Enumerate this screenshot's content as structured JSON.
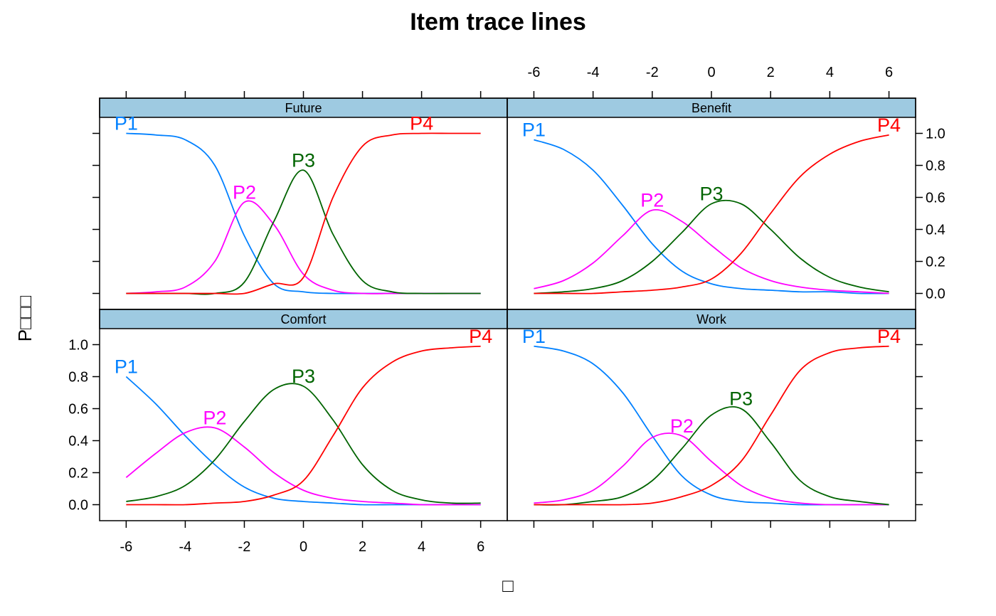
{
  "chart_data": {
    "type": "line",
    "title": "Item trace lines",
    "xlabel": "□",
    "ylabel": "P□□□",
    "xlim": [
      -6.9,
      6.9
    ],
    "ylim": [
      -0.1,
      1.1
    ],
    "x_ticks": [
      -6,
      -4,
      -2,
      0,
      2,
      4,
      6
    ],
    "y_ticks": [
      0.0,
      0.2,
      0.4,
      0.6,
      0.8,
      1.0
    ],
    "x_tick_labels": [
      "-6",
      "-4",
      "-2",
      "0",
      "2",
      "4",
      "6"
    ],
    "y_tick_labels": [
      "0.0",
      "0.2",
      "0.4",
      "0.6",
      "0.8",
      "1.0"
    ],
    "x_range": [
      -6,
      6
    ],
    "colors": {
      "P1": "#0080ff",
      "P2": "#ff00ff",
      "P3": "#006400",
      "P4": "#ff0000",
      "strip": "#9ecae1"
    },
    "panels": [
      {
        "name": "Future",
        "series": [
          {
            "name": "P1",
            "x": [
              -6,
              -5,
              -4,
              -3,
              -2,
              -1,
              0,
              1,
              2,
              3,
              4,
              5,
              6
            ],
            "values": [
              1.0,
              0.99,
              0.96,
              0.8,
              0.36,
              0.06,
              0.01,
              0.0,
              0.0,
              0.0,
              0.0,
              0.0,
              0.0
            ]
          },
          {
            "name": "P2",
            "x": [
              -6,
              -5,
              -4,
              -3,
              -2,
              -1,
              0,
              1,
              2,
              3,
              4,
              5,
              6
            ],
            "values": [
              0.0,
              0.01,
              0.04,
              0.2,
              0.57,
              0.43,
              0.12,
              0.02,
              0.0,
              0.0,
              0.0,
              0.0,
              0.0
            ]
          },
          {
            "name": "P3",
            "x": [
              -6,
              -5,
              -4,
              -3,
              -2,
              -1,
              0,
              1,
              2,
              3,
              4,
              5,
              6
            ],
            "values": [
              0.0,
              0.0,
              0.0,
              0.0,
              0.07,
              0.45,
              0.77,
              0.37,
              0.08,
              0.01,
              0.0,
              0.0,
              0.0
            ]
          },
          {
            "name": "P4",
            "x": [
              -6,
              -5,
              -4,
              -3,
              -2,
              -1,
              0,
              1,
              2,
              3,
              4,
              5,
              6
            ],
            "values": [
              0.0,
              0.0,
              0.0,
              0.0,
              0.0,
              0.06,
              0.1,
              0.6,
              0.92,
              0.99,
              1.0,
              1.0,
              1.0
            ]
          }
        ]
      },
      {
        "name": "Benefit",
        "series": [
          {
            "name": "P1",
            "x": [
              -6,
              -5,
              -4,
              -3,
              -2,
              -1,
              0,
              1,
              2,
              3,
              4,
              5,
              6
            ],
            "values": [
              0.96,
              0.9,
              0.77,
              0.55,
              0.31,
              0.14,
              0.06,
              0.03,
              0.02,
              0.01,
              0.01,
              0.0,
              0.0
            ]
          },
          {
            "name": "P2",
            "x": [
              -6,
              -5,
              -4,
              -3,
              -2,
              -1,
              0,
              1,
              2,
              3,
              4,
              5,
              6
            ],
            "values": [
              0.03,
              0.08,
              0.19,
              0.36,
              0.52,
              0.45,
              0.3,
              0.16,
              0.08,
              0.04,
              0.02,
              0.01,
              0.0
            ]
          },
          {
            "name": "P3",
            "x": [
              -6,
              -5,
              -4,
              -3,
              -2,
              -1,
              0,
              1,
              2,
              3,
              4,
              5,
              6
            ],
            "values": [
              0.0,
              0.01,
              0.03,
              0.08,
              0.2,
              0.38,
              0.56,
              0.56,
              0.4,
              0.22,
              0.1,
              0.04,
              0.01
            ]
          },
          {
            "name": "P4",
            "x": [
              -6,
              -5,
              -4,
              -3,
              -2,
              -1,
              0,
              1,
              2,
              3,
              4,
              5,
              6
            ],
            "values": [
              0.0,
              0.0,
              0.0,
              0.01,
              0.02,
              0.04,
              0.09,
              0.25,
              0.5,
              0.73,
              0.87,
              0.95,
              0.99
            ]
          }
        ]
      },
      {
        "name": "Comfort",
        "series": [
          {
            "name": "P1",
            "x": [
              -6,
              -5,
              -4,
              -3,
              -2,
              -1,
              0,
              1,
              2,
              3,
              4,
              5,
              6
            ],
            "values": [
              0.8,
              0.63,
              0.43,
              0.25,
              0.11,
              0.04,
              0.02,
              0.01,
              0.0,
              0.0,
              0.0,
              0.0,
              0.0
            ]
          },
          {
            "name": "P2",
            "x": [
              -6,
              -5,
              -4,
              -3,
              -2,
              -1,
              0,
              1,
              2,
              3,
              4,
              5,
              6
            ],
            "values": [
              0.17,
              0.32,
              0.45,
              0.48,
              0.36,
              0.2,
              0.09,
              0.04,
              0.02,
              0.01,
              0.0,
              0.0,
              0.0
            ]
          },
          {
            "name": "P3",
            "x": [
              -6,
              -5,
              -4,
              -3,
              -2,
              -1,
              0,
              1,
              2,
              3,
              4,
              5,
              6
            ],
            "values": [
              0.02,
              0.05,
              0.12,
              0.28,
              0.52,
              0.72,
              0.74,
              0.53,
              0.25,
              0.09,
              0.03,
              0.01,
              0.01
            ]
          },
          {
            "name": "P4",
            "x": [
              -6,
              -5,
              -4,
              -3,
              -2,
              -1,
              0,
              1,
              2,
              3,
              4,
              5,
              6
            ],
            "values": [
              0.0,
              0.0,
              0.0,
              0.01,
              0.02,
              0.06,
              0.15,
              0.43,
              0.73,
              0.89,
              0.96,
              0.98,
              0.99
            ]
          }
        ]
      },
      {
        "name": "Work",
        "series": [
          {
            "name": "P1",
            "x": [
              -6,
              -5,
              -4,
              -3,
              -2,
              -1,
              0,
              1,
              2,
              3,
              4,
              5,
              6
            ],
            "values": [
              0.99,
              0.96,
              0.88,
              0.7,
              0.43,
              0.18,
              0.06,
              0.02,
              0.01,
              0.0,
              0.0,
              0.0,
              0.0
            ]
          },
          {
            "name": "P2",
            "x": [
              -6,
              -5,
              -4,
              -3,
              -2,
              -1,
              0,
              1,
              2,
              3,
              4,
              5,
              6
            ],
            "values": [
              0.01,
              0.03,
              0.09,
              0.24,
              0.42,
              0.43,
              0.27,
              0.12,
              0.04,
              0.01,
              0.0,
              0.0,
              0.0
            ]
          },
          {
            "name": "P3",
            "x": [
              -6,
              -5,
              -4,
              -3,
              -2,
              -1,
              0,
              1,
              2,
              3,
              4,
              5,
              6
            ],
            "values": [
              0.0,
              0.0,
              0.02,
              0.05,
              0.15,
              0.35,
              0.56,
              0.6,
              0.39,
              0.15,
              0.05,
              0.02,
              0.0
            ]
          },
          {
            "name": "P4",
            "x": [
              -6,
              -5,
              -4,
              -3,
              -2,
              -1,
              0,
              1,
              2,
              3,
              4,
              5,
              6
            ],
            "values": [
              0.0,
              0.0,
              0.0,
              0.0,
              0.01,
              0.05,
              0.12,
              0.27,
              0.56,
              0.84,
              0.95,
              0.98,
              0.99
            ]
          }
        ]
      }
    ]
  }
}
